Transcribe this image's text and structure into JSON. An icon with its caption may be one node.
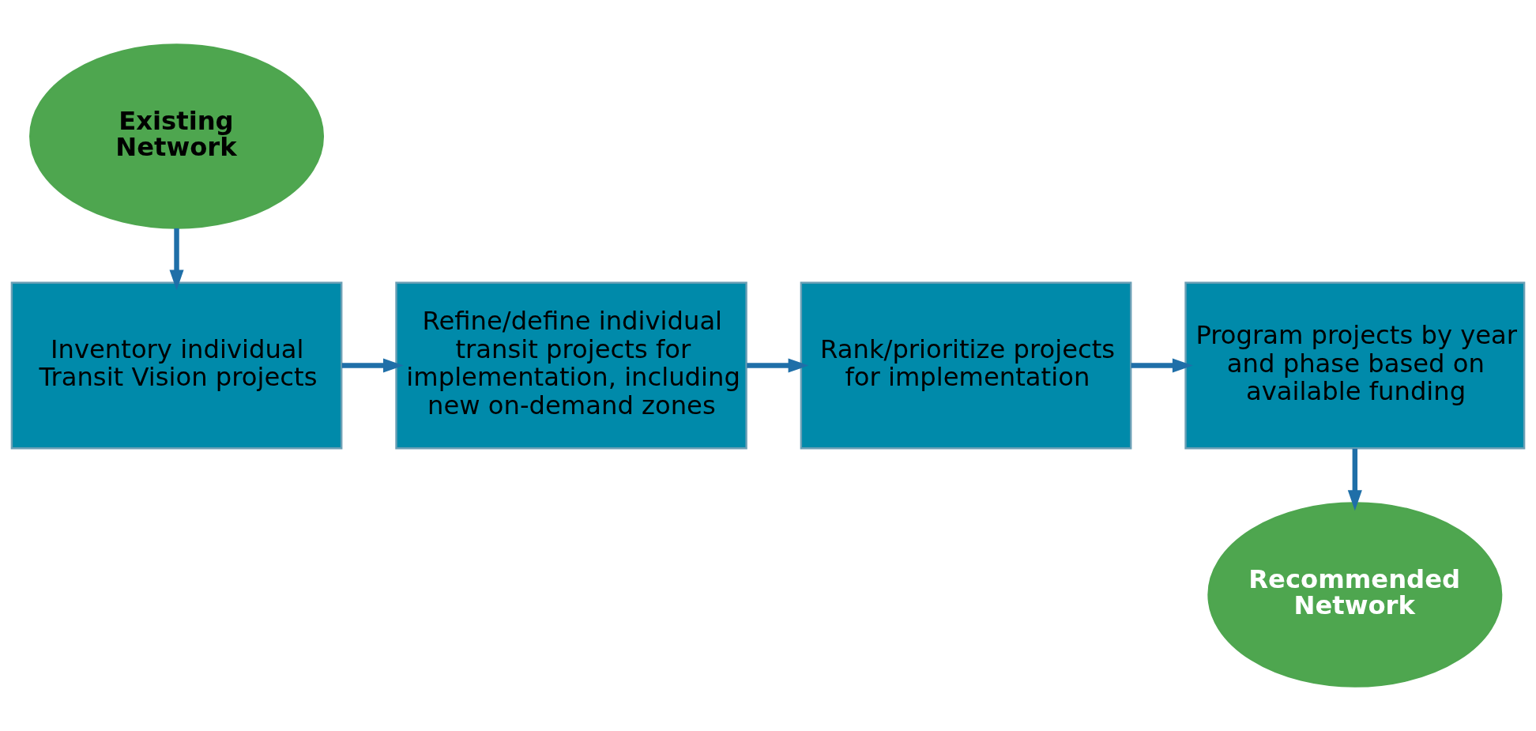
{
  "diagram": {
    "nodes": [
      {
        "text": [
          "Existing Network"
        ]
      },
      {
        "text": [
          "Inventory individual Transit Vision projects"
        ]
      },
      {
        "text": [
          "Refine/define individual transit projects for implementation, including new on-demand zones"
        ]
      },
      {
        "text": [
          "Rank/prioritize projects for implementation"
        ]
      },
      {
        "text": [
          "Program projects by year and phase based on available funding"
        ]
      },
      {
        "text": [
          "Recommended Network"
        ]
      }
    ],
    "edges": [
      {
        "from": 0,
        "to": 1,
        "arrow": "to"
      },
      {
        "from": 1,
        "to": 2,
        "arrow": "to"
      },
      {
        "from": 2,
        "to": 3,
        "arrow": "to"
      },
      {
        "from": 3,
        "to": 4,
        "arrow": "to"
      },
      {
        "from": 4,
        "to": 5,
        "arrow": "to"
      }
    ]
  }
}
